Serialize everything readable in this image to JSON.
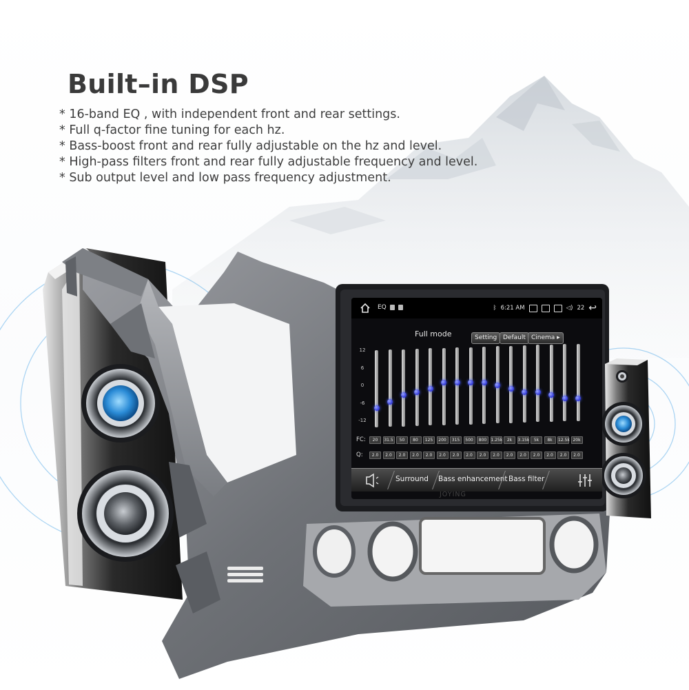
{
  "headline": "Built–in DSP",
  "features": [
    "* 16-band EQ , with independent front and rear settings.",
    "* Full q-factor fine tuning for each hz.",
    "* Bass-boost front and rear fully adjustable on the hz and level.",
    "* High-pass filters front and rear fully adjustable frequency and level.",
    "* Sub output level and  low pass frequency adjustment."
  ],
  "statusbar": {
    "app_title": "EQ",
    "time": "6:21 AM",
    "volume": "22"
  },
  "eq": {
    "mode": "Full mode",
    "buttons": {
      "setting": "Setting",
      "default": "Default",
      "cinema": "Cinema ▸"
    },
    "scale_labels": [
      "12",
      "6",
      "0",
      "-6",
      "-12"
    ],
    "band_levels_db": [
      -6,
      -4,
      -2,
      -1,
      0,
      2,
      2,
      2,
      2,
      1,
      0,
      -1,
      -1,
      -2,
      -3,
      -3
    ],
    "fc_label": "FC:",
    "fc_values": [
      "20",
      "31.5",
      "50",
      "80",
      "125",
      "200",
      "315",
      "500",
      "800",
      "1.25k",
      "2k",
      "3.15k",
      "5k",
      "8k",
      "12.5k",
      "20k"
    ],
    "q_label": "Q:",
    "q_values": [
      "2.0",
      "2.0",
      "2.0",
      "2.0",
      "2.0",
      "2.0",
      "2.0",
      "2.0",
      "2.0",
      "2.0",
      "2.0",
      "2.0",
      "2.0",
      "2.0",
      "2.0",
      "2.0"
    ]
  },
  "tabs": {
    "surround": "Surround",
    "bass_enhancement": "Bass enhancement",
    "bass_filter": "Bass filter"
  },
  "brand": "JOYING",
  "colors": {
    "knob": "#2f36d8",
    "headline": "#3a3a3a",
    "screen_bg": "#0c0c0f"
  }
}
